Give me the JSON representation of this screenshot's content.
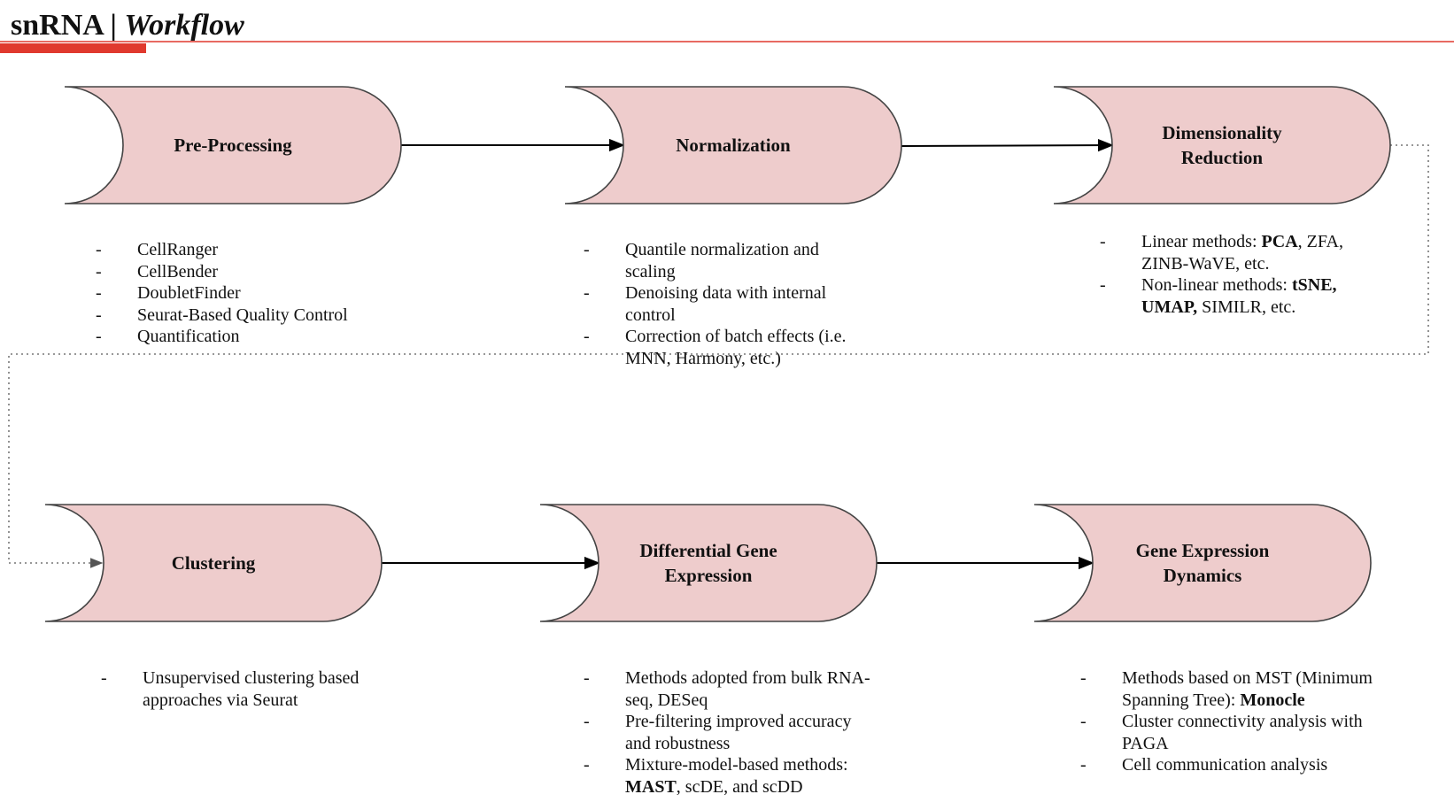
{
  "header": {
    "title_main": "snRNA | ",
    "title_italic": "Workflow",
    "accent_color": "#e0392e"
  },
  "colors": {
    "shape_fill": "#eecccc",
    "shape_stroke": "#444444",
    "arrow": "#000000",
    "dotted_connector": "#777777"
  },
  "steps": [
    {
      "id": "pre-processing",
      "label_lines": [
        "Pre-Processing"
      ],
      "bullets": [
        [
          {
            "t": "CellRanger"
          }
        ],
        [
          {
            "t": "CellBender"
          }
        ],
        [
          {
            "t": "DoubletFinder"
          }
        ],
        [
          {
            "t": "Seurat-Based Quality Control"
          }
        ],
        [
          {
            "t": "Quantification"
          }
        ]
      ]
    },
    {
      "id": "normalization",
      "label_lines": [
        "Normalization"
      ],
      "bullets": [
        [
          {
            "t": "Quantile normalization and scaling"
          }
        ],
        [
          {
            "t": "Denoising data with internal control"
          }
        ],
        [
          {
            "t": "Correction of batch effects (i.e. MNN, Harmony, etc.)"
          }
        ]
      ]
    },
    {
      "id": "dimensionality-reduction",
      "label_lines": [
        "Dimensionality",
        "Reduction"
      ],
      "bullets": [
        [
          {
            "t": "Linear methods: "
          },
          {
            "t": "PCA",
            "b": true
          },
          {
            "t": ", ZFA, ZINB-WaVE, etc."
          }
        ],
        [
          {
            "t": "Non-linear methods: "
          },
          {
            "t": "tSNE, UMAP,",
            "b": true
          },
          {
            "t": " SIMILR, etc."
          }
        ]
      ]
    },
    {
      "id": "clustering",
      "label_lines": [
        "Clustering"
      ],
      "bullets": [
        [
          {
            "t": "Unsupervised clustering based approaches via Seurat"
          }
        ]
      ]
    },
    {
      "id": "differential-gene-expression",
      "label_lines": [
        "Differential Gene",
        "Expression"
      ],
      "bullets": [
        [
          {
            "t": "Methods adopted from bulk RNA-seq, DESeq"
          }
        ],
        [
          {
            "t": "Pre-filtering improved accuracy and robustness"
          }
        ],
        [
          {
            "t": "Mixture-model-based methods: "
          },
          {
            "t": "MAST",
            "b": true
          },
          {
            "t": ", scDE, and scDD"
          }
        ]
      ]
    },
    {
      "id": "gene-expression-dynamics",
      "label_lines": [
        "Gene Expression",
        "Dynamics"
      ],
      "bullets": [
        [
          {
            "t": "Methods based on MST (Minimum Spanning Tree): "
          },
          {
            "t": "Monocle",
            "b": true
          }
        ],
        [
          {
            "t": "Cluster connectivity analysis with PAGA"
          }
        ],
        [
          {
            "t": "Cell communication analysis"
          }
        ]
      ]
    }
  ]
}
